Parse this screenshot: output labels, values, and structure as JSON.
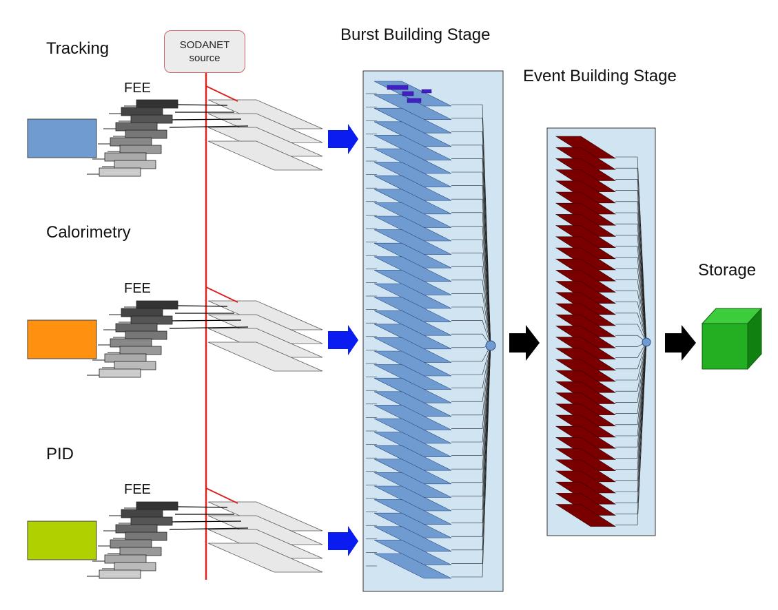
{
  "labels": {
    "tracking": "Tracking",
    "calorimetry": "Calorimetry",
    "pid": "PID",
    "fee": "FEE",
    "sodanet_line1": "SODANET",
    "sodanet_line2": "source",
    "burst_stage": "Burst Building Stage",
    "event_stage": "Event Building Stage",
    "storage": "Storage"
  },
  "detectors": [
    {
      "name": "Tracking",
      "color": "#6f9bd1"
    },
    {
      "name": "Calorimetry",
      "color": "#ff9010"
    },
    {
      "name": "PID",
      "color": "#b0d000"
    }
  ],
  "colors": {
    "sodanet_line": "#dd2222",
    "blue_arrow": "#0a1cf0",
    "black_arrow": "#000000",
    "burst_panel_bg": "#d0e4f2",
    "burst_layer": "#6f9bd1",
    "event_layer": "#7a0000",
    "storage_front": "#22b022",
    "storage_top": "#3ccc3c",
    "storage_side": "#108010",
    "fee_dark": "#333333",
    "fee_light": "#cccccc",
    "plane_fill": "#e8e8e8"
  },
  "burst_layers": 36,
  "event_layers": 34
}
